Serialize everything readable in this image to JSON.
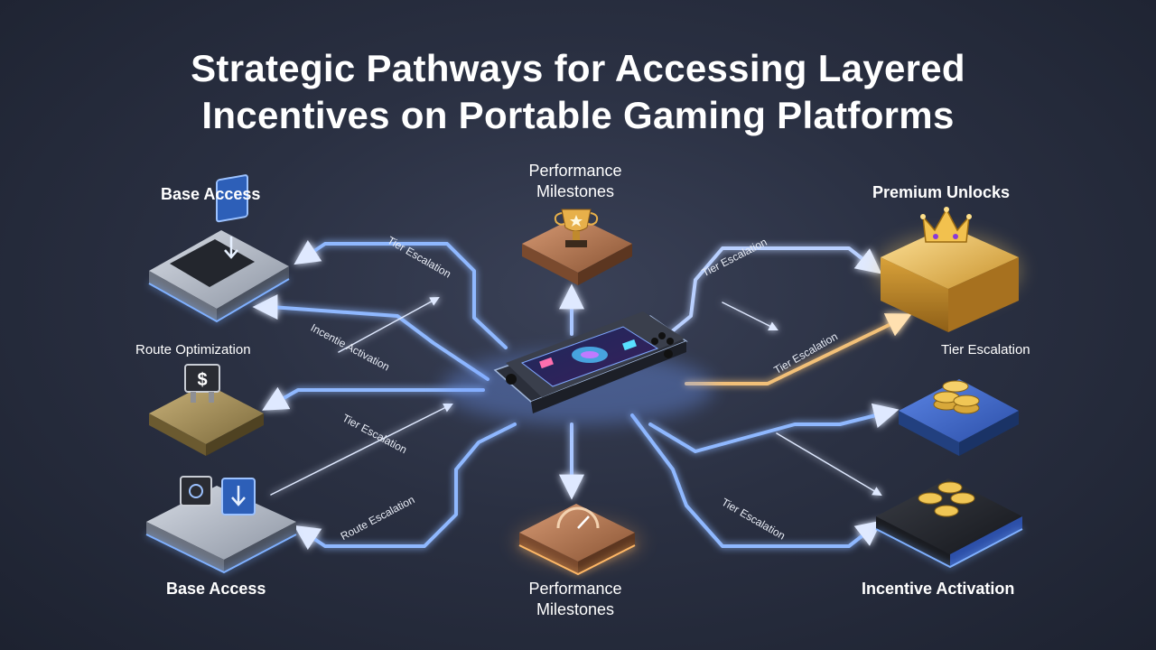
{
  "title_line1": "Strategic Pathways for Accessing Layered",
  "title_line2": "Incentives on Portable Gaming Platforms",
  "nodes": {
    "base_access_top": "Base Access",
    "performance_top_1": "Performance",
    "performance_top_2": "Milestones",
    "premium_unlocks": "Premium Unlocks",
    "route_optimization": "Route Optimization",
    "tier_escalation_right": "Tier Escalation",
    "base_access_bottom": "Base Access",
    "performance_bottom_1": "Performance",
    "performance_bottom_2": "Milestones",
    "incentive_activation": "Incentive Activation"
  },
  "edges": {
    "e1": "Tier Escalation",
    "e2": "Incentie Activation",
    "e3": "Tier Escalation",
    "e4": "Route Escalation",
    "e5": "Tier Escalation",
    "e6": "Tier Escalation",
    "e7": "Tier Escalation"
  },
  "icons": {
    "dollar": "$"
  },
  "colors": {
    "path_blue": "#8fb8ff",
    "path_gold": "#f2c078",
    "gold_block": "#e8b040",
    "bronze_block": "#b87a52",
    "blue_block": "#3b63c4",
    "dark_block": "#26282e"
  }
}
